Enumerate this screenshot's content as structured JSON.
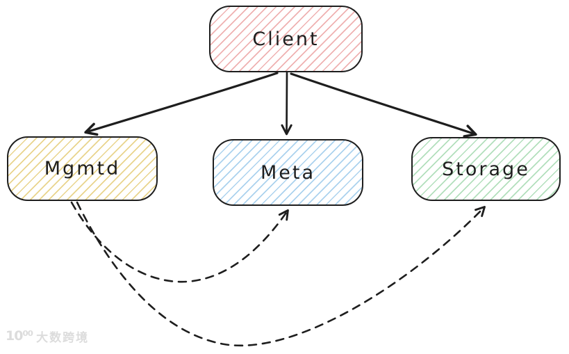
{
  "diagram": {
    "type": "flowchart",
    "style": "hand-drawn-excalidraw",
    "stroke_color": "#1e1e1e",
    "nodes": [
      {
        "id": "client",
        "label": "Client",
        "hatch_color": "#efb1b1"
      },
      {
        "id": "mgmtd",
        "label": "Mgmtd",
        "hatch_color": "#e9d48c"
      },
      {
        "id": "meta",
        "label": "Meta",
        "hatch_color": "#abd2ee"
      },
      {
        "id": "storage",
        "label": "Storage",
        "hatch_color": "#b2dfbc"
      }
    ],
    "edges": [
      {
        "from": "client",
        "to": "mgmtd",
        "style": "solid"
      },
      {
        "from": "client",
        "to": "meta",
        "style": "solid"
      },
      {
        "from": "client",
        "to": "storage",
        "style": "solid"
      },
      {
        "from": "mgmtd",
        "to": "meta",
        "style": "dashed"
      },
      {
        "from": "mgmtd",
        "to": "storage",
        "style": "dashed"
      }
    ]
  },
  "watermark": {
    "icon": "dashu-kuajing-logo-icon",
    "logo": "10⁰⁰",
    "text": "大数跨境",
    "color": "#dcdcdc"
  }
}
